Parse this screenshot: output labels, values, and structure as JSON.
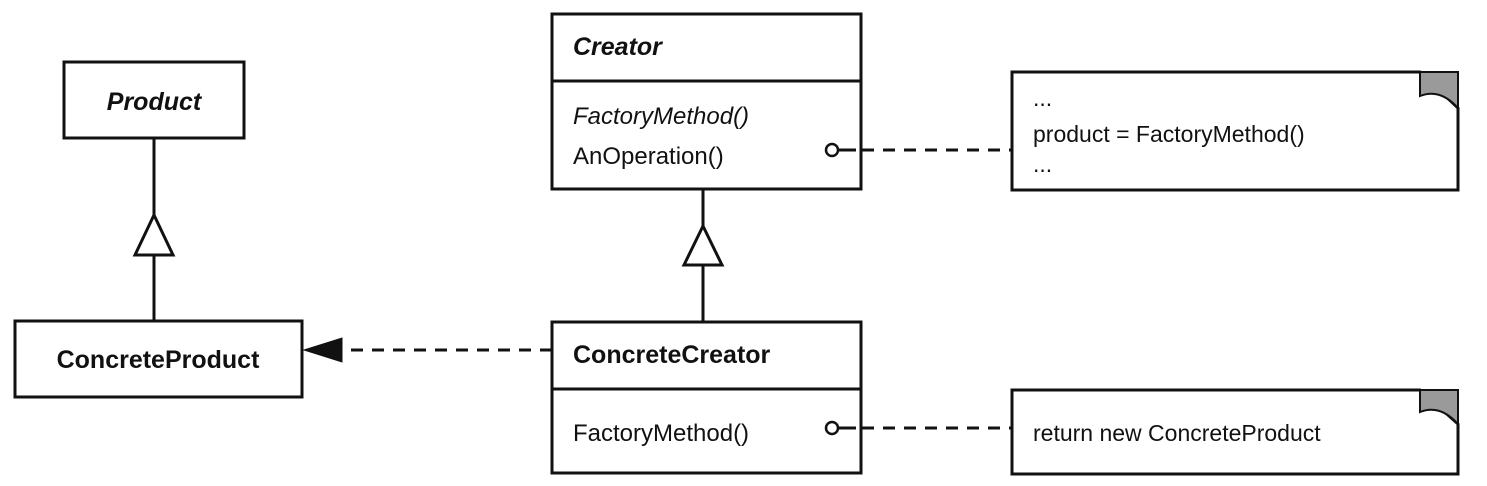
{
  "classes": {
    "product": {
      "name": "Product"
    },
    "concrete_product": {
      "name": "ConcreteProduct"
    },
    "creator": {
      "name": "Creator",
      "operations": [
        "FactoryMethod()",
        "AnOperation()"
      ]
    },
    "concrete_creator": {
      "name": "ConcreteCreator",
      "operations": [
        "FactoryMethod()"
      ]
    }
  },
  "notes": {
    "an_operation_note": {
      "lines": [
        "...",
        "product = FactoryMethod()",
        "..."
      ]
    },
    "factory_method_note": {
      "lines": [
        "return new ConcreteProduct"
      ]
    }
  },
  "relationships": [
    {
      "kind": "generalization",
      "from": "ConcreteProduct",
      "to": "Product"
    },
    {
      "kind": "generalization",
      "from": "ConcreteCreator",
      "to": "Creator"
    },
    {
      "kind": "dependency",
      "from": "ConcreteCreator",
      "to": "ConcreteProduct"
    }
  ]
}
